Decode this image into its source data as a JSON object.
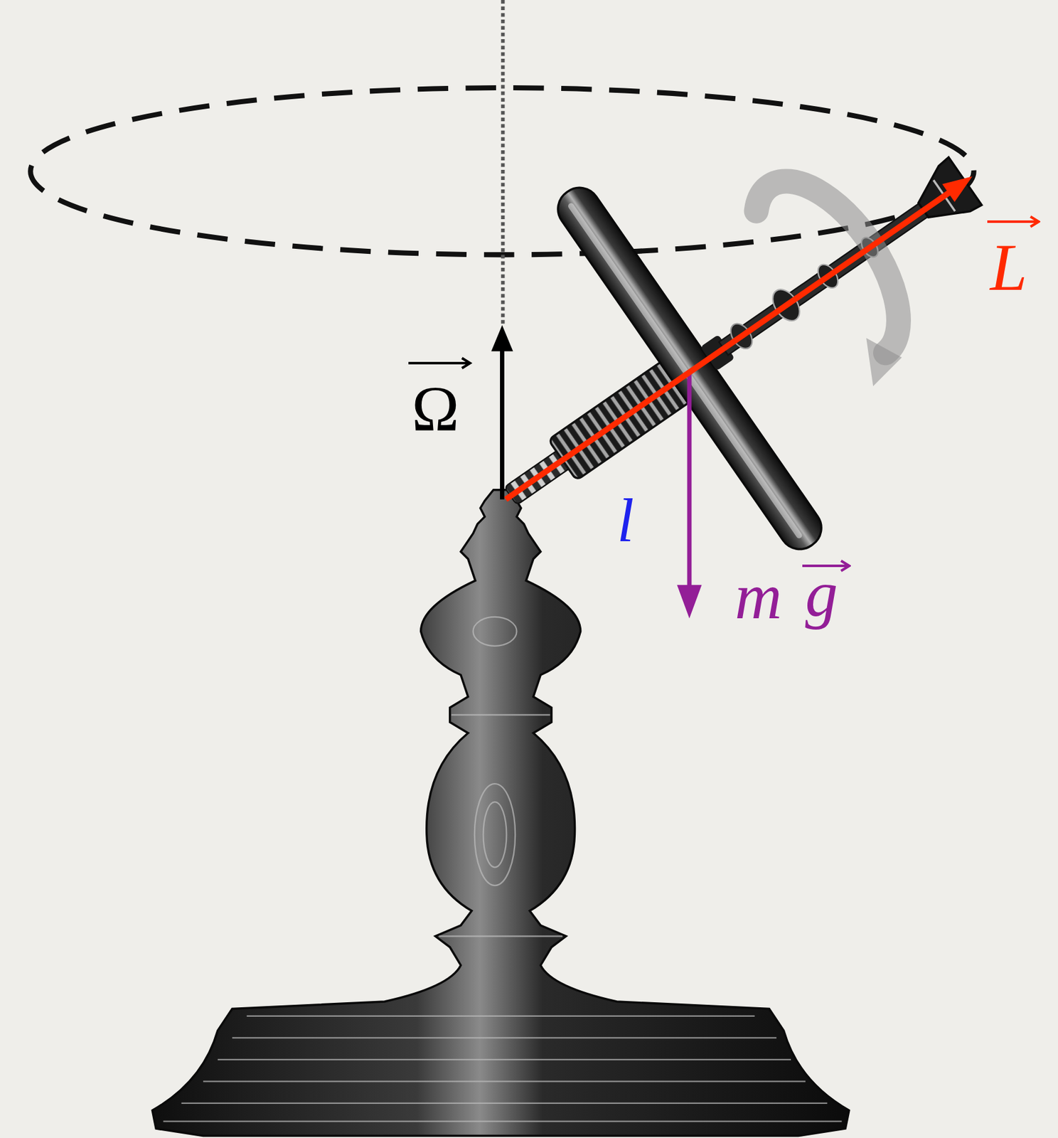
{
  "diagram": {
    "labels": [
      "Ω",
      "L",
      "l",
      "m",
      "g"
    ]
  }
}
